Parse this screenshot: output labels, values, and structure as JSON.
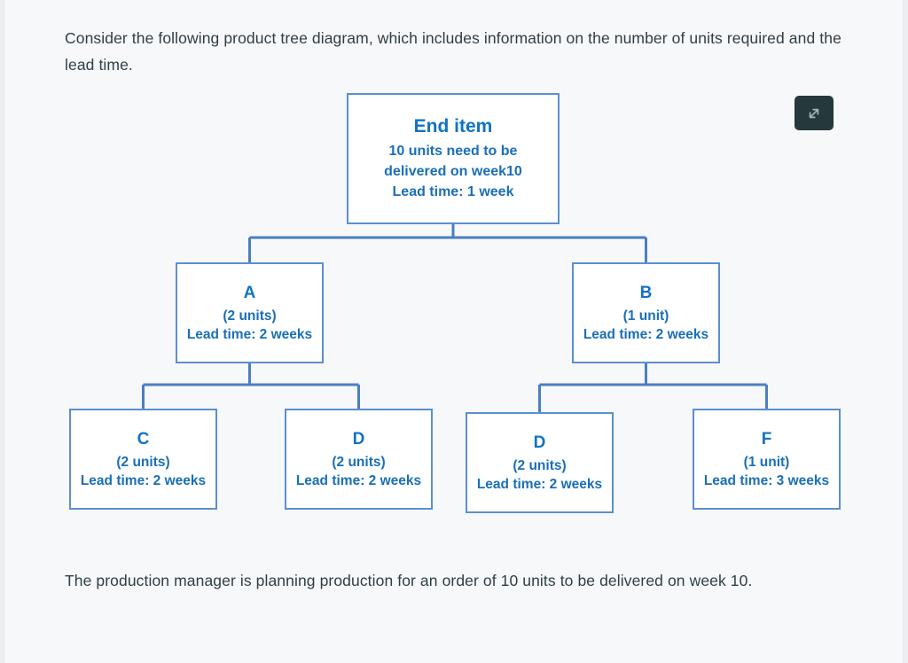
{
  "colors": {
    "page_background": "#f7f8fa",
    "body_text": "#2f3e46",
    "node_border": "#5b8fd0",
    "node_title": "#1272c4",
    "node_text": "#1a6fb8",
    "connector": "#4a7fc1",
    "expand_button_background": "#25383c",
    "expand_button_icon": "#a8b3b5"
  },
  "intro_text": "Consider the following product tree diagram, which includes information on the number of units required and the lead time.",
  "closing_text": "The production manager is planning production for an order of 10 units to be delivered on week 10.",
  "expand_button": {
    "icon": "expand-diagonal-arrows-icon",
    "label": ""
  },
  "diagram": {
    "type": "product-tree",
    "nodes": [
      {
        "id": "end-item",
        "title": "End item",
        "lines": [
          "10 units need to be",
          "delivered on week10",
          "Lead time: 1 week"
        ],
        "units": 10,
        "lead_time_weeks": 1,
        "level": 0
      },
      {
        "id": "a",
        "title": "A",
        "lines": [
          "(2 units)",
          "Lead time: 2 weeks"
        ],
        "units": 2,
        "lead_time_weeks": 2,
        "level": 1,
        "parent": "end-item"
      },
      {
        "id": "b",
        "title": "B",
        "lines": [
          "(1 unit)",
          "Lead time: 2 weeks"
        ],
        "units": 1,
        "lead_time_weeks": 2,
        "level": 1,
        "parent": "end-item"
      },
      {
        "id": "c",
        "title": "C",
        "lines": [
          "(2 units)",
          "Lead time: 2 weeks"
        ],
        "units": 2,
        "lead_time_weeks": 2,
        "level": 2,
        "parent": "a"
      },
      {
        "id": "d-under-a",
        "title": "D",
        "lines": [
          "(2 units)",
          "Lead time: 2 weeks"
        ],
        "units": 2,
        "lead_time_weeks": 2,
        "level": 2,
        "parent": "a"
      },
      {
        "id": "d-under-b",
        "title": "D",
        "lines": [
          "(2 units)",
          "Lead time: 2 weeks"
        ],
        "units": 2,
        "lead_time_weeks": 2,
        "level": 2,
        "parent": "b"
      },
      {
        "id": "f",
        "title": "F",
        "lines": [
          "(1 unit)",
          "Lead time: 3 weeks"
        ],
        "units": 1,
        "lead_time_weeks": 3,
        "level": 2,
        "parent": "b"
      }
    ]
  }
}
